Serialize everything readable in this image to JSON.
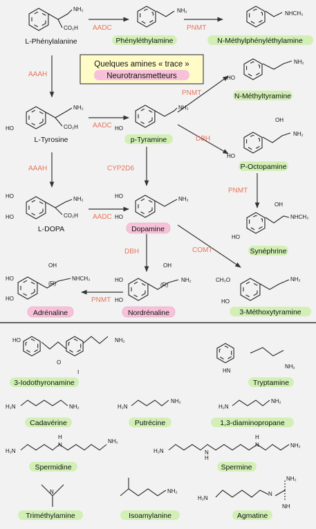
{
  "title_box": {
    "line1": "Quelques amines « trace »",
    "line2": "Neurotransmetteurs"
  },
  "compounds": {
    "phenylalanine": "L-Phénylalanine",
    "phenylethylamine": "Phényléthylamine",
    "n_methylphenylethylamine": "N-Méthylphényléthylamine",
    "tyrosine": "L-Tyrosine",
    "p_tyramine": "p-Tyramine",
    "n_methyltyramine": "N-Méthyltyramine",
    "p_octopamine": "P-Octopamine",
    "ldopa": "L-DOPA",
    "dopamine": "Dopamine",
    "synephrine": "Synéphrine",
    "adrenaline": "Adrénaline",
    "noradrenaline": "Nordrénaline",
    "methoxytyramine": "3-Méthoxytyramine",
    "iodothyronamine": "3-Iodothyronamine",
    "tryptamine": "Tryptamine",
    "cadaverine": "Cadavérine",
    "putrescine": "Putrécine",
    "diaminopropane": "1,3-diaminopropane",
    "spermidine": "Spermidine",
    "spermine": "Spermine",
    "trimethylamine": "Triméthylamine",
    "isoamylamine": "Isoamylanine",
    "agmatine": "Agmatine"
  },
  "enzymes": {
    "aadc": "AADC",
    "pnmt": "PNMT",
    "aaah": "AAAH",
    "dbh": "DBH",
    "cyp2d6": "CYP2D6",
    "comt": "COMT"
  },
  "atoms": {
    "nh2": "NH₂",
    "h2n": "H₂N",
    "nhch3": "NHCH₃",
    "co2h": "CO₂H",
    "ho": "HO",
    "oh": "OH",
    "ch3o": "CH₃O",
    "r": "(R)",
    "i": "I",
    "o": "O",
    "n": "N",
    "h": "H",
    "hn": "HN",
    "nh": "NH"
  },
  "colors": {
    "neurotransmitter_highlight": "#f7c2d9",
    "trace_amine_highlight": "#d2f0b6",
    "enzyme_label": "#e8745a",
    "title_box_fill": "#fffcc8"
  }
}
